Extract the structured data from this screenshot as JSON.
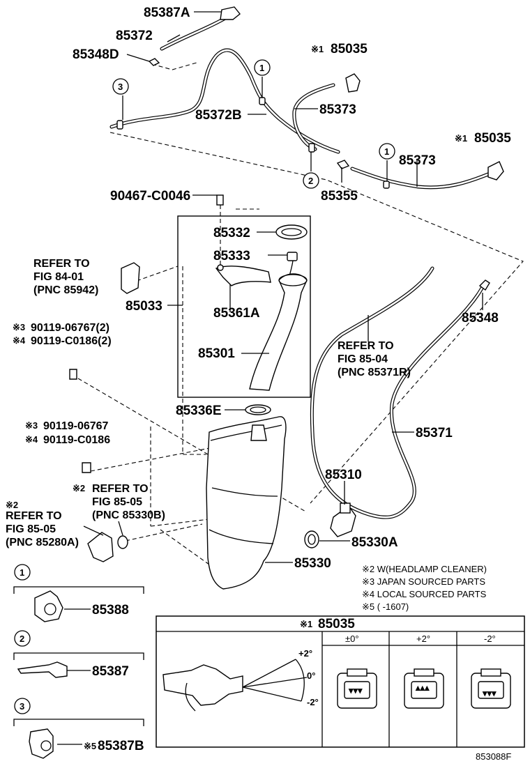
{
  "callouts": {
    "c85387A": "85387A",
    "c85372": "85372",
    "c85348D": "85348D",
    "c85035_top_mark": "※1",
    "c85035_top": "85035",
    "c85372B": "85372B",
    "c85373_a": "85373",
    "c85035_mid_mark": "※1",
    "c85035_mid": "85035",
    "c85373_b": "85373",
    "c85355": "85355",
    "c90467": "90467-C0046",
    "c85332": "85332",
    "c85333": "85333",
    "c85033": "85033",
    "c85361A": "85361A",
    "c85301": "85301",
    "c85348": "85348",
    "c85336E": "85336E",
    "c85371": "85371",
    "c85310": "85310",
    "c85330A": "85330A",
    "c85330": "85330",
    "c85388": "85388",
    "c85387": "85387",
    "c85387B_mark": "※5",
    "c85387B": "85387B"
  },
  "circle_numbers": {
    "n1_a": "1",
    "n1_b": "1",
    "n2": "2",
    "n3": "3",
    "d1": "1",
    "d2": "2",
    "d3": "3"
  },
  "refs": {
    "ref84_l1": "REFER TO",
    "ref84_l2": "FIG 84-01",
    "ref84_l3": "(PNC 85942)",
    "ref8504_l1": "REFER TO",
    "ref8504_l2": "FIG 85-04",
    "ref8504_l3": "(PNC 85371R)",
    "ref8505a_mark": "※2",
    "ref8505a_l1": "REFER TO",
    "ref8505a_l2": "FIG 85-05",
    "ref8505a_l3": "(PNC 85330B)",
    "ref8505b_mark": "※2",
    "ref8505b_l1": "REFER TO",
    "ref8505b_l2": "FIG 85-05",
    "ref8505b_l3": "(PNC 85280A)"
  },
  "bolts": {
    "b1_mark": "※3",
    "b1_num": "90119-06767(2)",
    "b2_mark": "※4",
    "b2_num": "90119-C0186(2)",
    "b3_mark": "※3",
    "b3_num": "90119-06767",
    "b4_mark": "※4",
    "b4_num": "90119-C0186"
  },
  "notes": {
    "n2": "※2 W(HEADLAMP CLEANER)",
    "n3": "※3 JAPAN SOURCED PARTS",
    "n4": "※4 LOCAL SOURCED PARTS",
    "n5": "※5 (        -1607)"
  },
  "nozzle_table": {
    "title_mark": "※1",
    "title_part": "85035",
    "col_0": "±0°",
    "col_plus": "+2°",
    "col_minus": "-2°",
    "angle_plus": "+2°",
    "angle_zero": "0°",
    "angle_minus": "-2°"
  },
  "figure_code": "853088F"
}
